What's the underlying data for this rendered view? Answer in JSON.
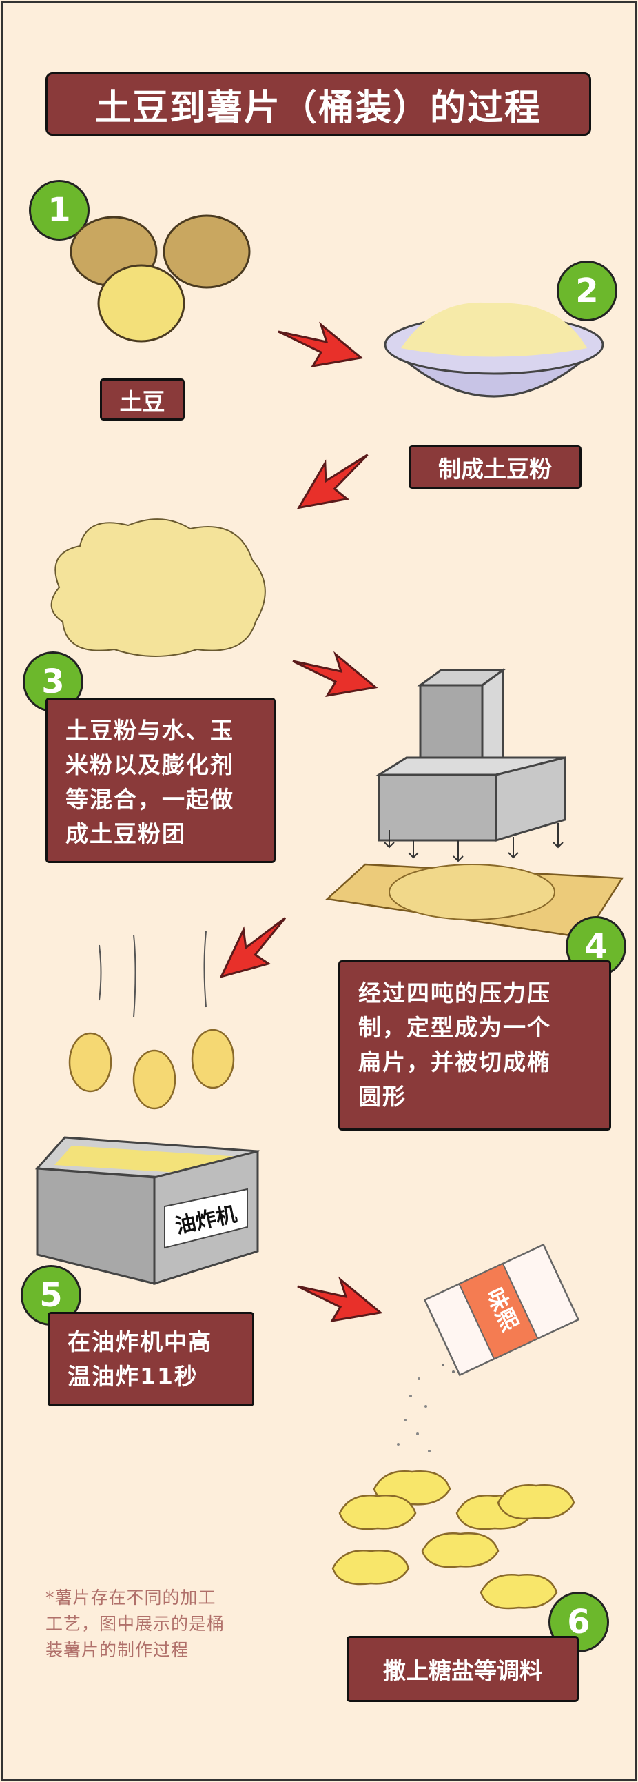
{
  "title": "土豆到薯片（桶装）的过程",
  "steps": [
    {
      "number": "1",
      "label": "土豆"
    },
    {
      "number": "2",
      "label": "制成土豆粉"
    },
    {
      "number": "3",
      "lines": [
        "土豆粉与水、玉",
        "米粉以及膨化剂",
        "等混合，一起做",
        "成土豆粉团"
      ]
    },
    {
      "number": "4",
      "lines": [
        "经过四吨的压力压",
        "制，定型成为一个",
        "扁片，并被切成椭",
        "圆形"
      ]
    },
    {
      "number": "5",
      "lines": [
        "在油炸机中高",
        "温油炸11秒"
      ],
      "fryer_label": "油炸机"
    },
    {
      "number": "6",
      "label": "撒上糖盐等调料",
      "bag_label": "味熙"
    }
  ],
  "footnote": [
    "*薯片存在不同的加工",
    "工艺，图中展示的是桶",
    "装薯片的制作过程"
  ],
  "colors": {
    "background": "#fdeedb",
    "box": "#8a3a3a",
    "badge": "#6cb82c",
    "arrow": "#e8302a"
  }
}
